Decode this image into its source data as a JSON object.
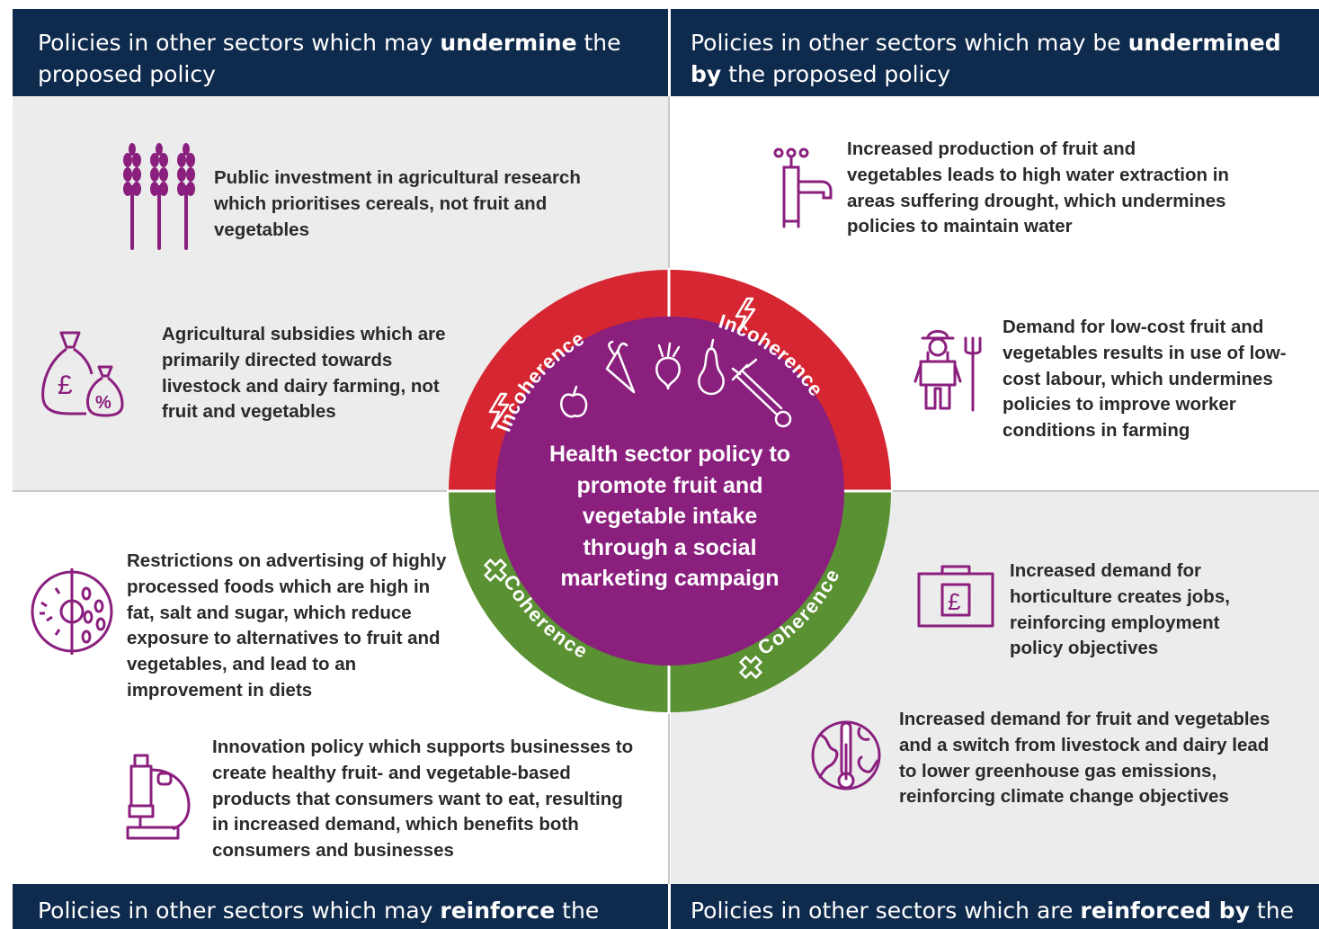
{
  "headers": {
    "top_left": {
      "pre": "Policies in other sectors which may ",
      "bold": "undermine",
      "post": " the proposed policy"
    },
    "top_right": {
      "pre": "Policies in other sectors which may be ",
      "bold": "undermined by",
      "post": " the proposed policy"
    },
    "bottom_left": {
      "pre": "Policies in other sectors which may ",
      "bold": "reinforce",
      "post": " the"
    },
    "bottom_right": {
      "pre": "Policies in other sectors which are ",
      "bold": "reinforced by",
      "post": " the"
    }
  },
  "items": {
    "wheat": "Public investment in agricultural research which prioritises cereals, not fruit and vegetables",
    "subsidies": "Agricultural subsidies which are primarily directed towards livestock and dairy farming, not fruit and vegetables",
    "water": "Increased production of fruit and vegetables leads to high water extraction in areas suffering drought, which undermines policies to maintain water",
    "labour": "Demand for low-cost fruit and vegetables results in use of low-cost labour, which undermines policies to improve worker conditions in farming",
    "advertising": "Restrictions on advertising of highly processed foods which are high in fat, salt and sugar, which reduce exposure to alternatives to fruit and vegetables, and lead to an improvement in diets",
    "innovation": "Innovation policy which supports businesses to create healthy fruit- and vegetable-based products that consumers want to eat, resulting in increased demand, which benefits both consumers and businesses",
    "jobs": "Increased demand for horticulture creates jobs, reinforcing employment policy objectives",
    "climate": "Increased demand for fruit and vegetables and a switch from livestock and dairy lead to lower greenhouse gas emissions, reinforcing climate change objectives"
  },
  "center": {
    "text": "Health sector policy to promote fruit and vegetable intake through a social marketing campaign",
    "incoherence_label": "Incoherence",
    "coherence_label": "Coherence"
  },
  "colors": {
    "navy": "#0e2a4d",
    "red": "#d62631",
    "green": "#5a9133",
    "purple": "#8a1f7e",
    "panel_grey": "#ececec"
  }
}
